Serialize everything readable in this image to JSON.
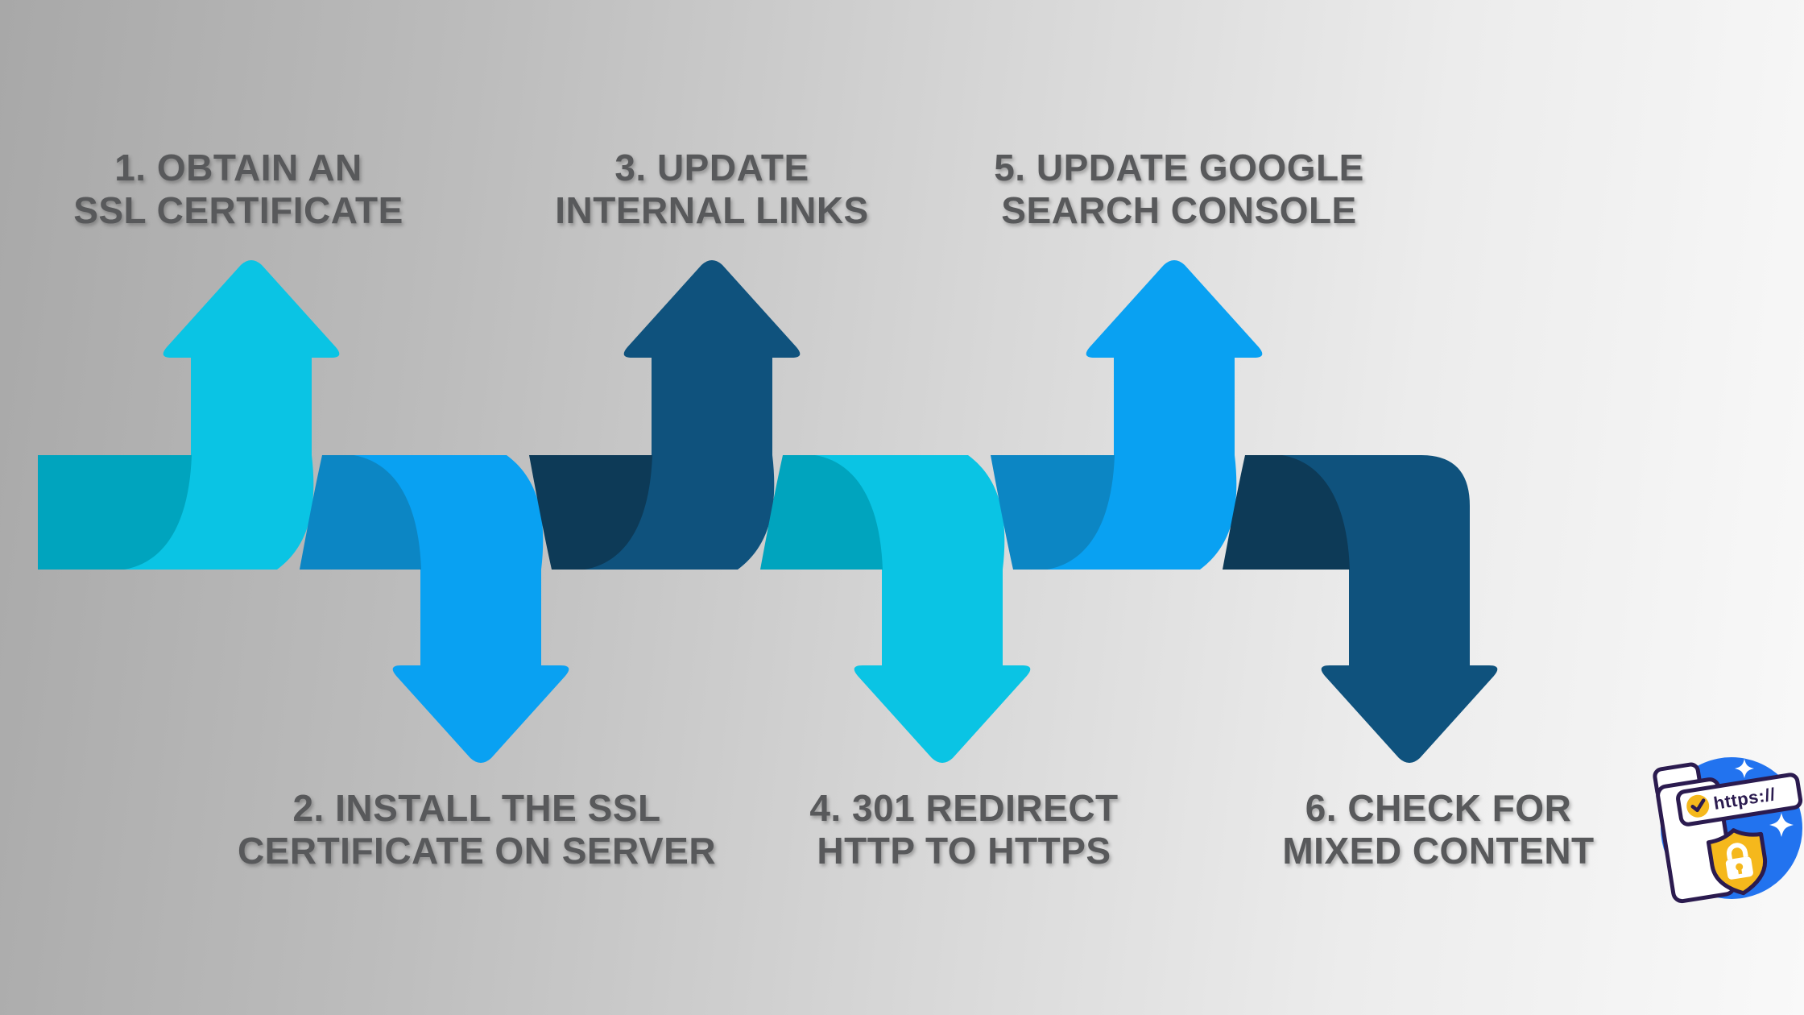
{
  "background": {
    "left_color": "#a8a8a8",
    "right_color": "#f9f9f9"
  },
  "text_color": "#58595b",
  "steps": [
    {
      "id": 1,
      "direction": "up",
      "line1": "1. OBTAIN AN",
      "line2": "SSL CERTIFICATE",
      "arrow_color": "#0ac4e4",
      "fold_color": "#00a4be"
    },
    {
      "id": 2,
      "direction": "down",
      "line1": "2. INSTALL THE SSL",
      "line2": "CERTIFICATE ON SERVER",
      "arrow_color": "#09a1f2",
      "fold_color": "#0c86c4"
    },
    {
      "id": 3,
      "direction": "up",
      "line1": "3. UPDATE",
      "line2": "INTERNAL LINKS",
      "arrow_color": "#0f527d",
      "fold_color": "#0d3a57"
    },
    {
      "id": 4,
      "direction": "down",
      "line1": "4. 301 REDIRECT",
      "line2": "HTTP TO HTTPS",
      "arrow_color": "#0ac4e4",
      "fold_color": "#00a4be"
    },
    {
      "id": 5,
      "direction": "up",
      "line1": "5. UPDATE GOOGLE",
      "line2": "SEARCH CONSOLE",
      "arrow_color": "#09a1f2",
      "fold_color": "#0c86c4"
    },
    {
      "id": 6,
      "direction": "down",
      "line1": "6. CHECK FOR",
      "line2": "MIXED CONTENT",
      "arrow_color": "#0f527d",
      "fold_color": "#0d3a57"
    }
  ],
  "logo": {
    "badge_text": "https://",
    "circle_color": "#2273ef",
    "card_color": "#ffffff",
    "accent_yellow": "#f5b81c",
    "outline_color": "#2b1b4f",
    "sparkle_color": "#ffffff",
    "icons": [
      "browser-window-icon",
      "verified-badge-icon",
      "check-icon",
      "shield-icon",
      "lock-icon",
      "sparkle-icon"
    ]
  }
}
